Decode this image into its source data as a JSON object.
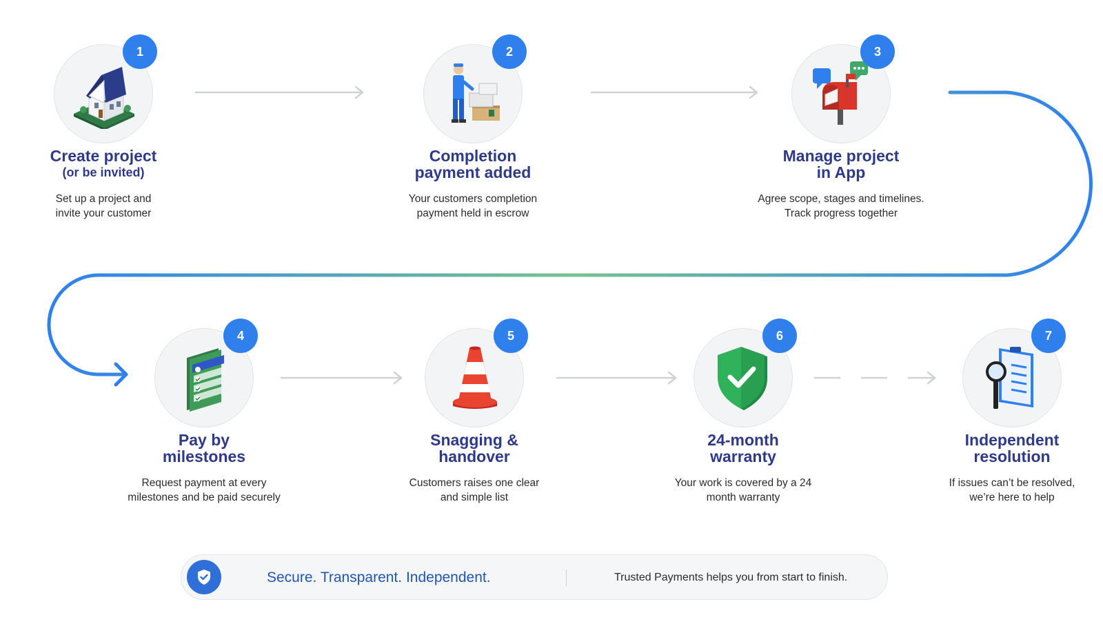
{
  "colors": {
    "badge": "#2f80ed",
    "title": "#2e3a87",
    "path_start": "#2f80ed",
    "path_mid": "#78c28f",
    "arrow_grey": "#d0d3d6"
  },
  "steps": [
    {
      "number": "1",
      "icon": "house-icon",
      "title": [
        "Create project"
      ],
      "subtitle": "(or be invited)",
      "desc": [
        "Set up a project and",
        "invite your customer"
      ]
    },
    {
      "number": "2",
      "icon": "worker-with-boxes-icon",
      "title": [
        "Completion",
        "payment added"
      ],
      "desc": [
        "Your customers completion",
        "payment held in escrow"
      ]
    },
    {
      "number": "3",
      "icon": "mailbox-chat-icon",
      "title": [
        "Manage project",
        "in App"
      ],
      "desc": [
        "Agree scope, stages and timelines.",
        "Track progress together"
      ]
    },
    {
      "number": "4",
      "icon": "checklist-icon",
      "title": [
        "Pay by",
        "milestones"
      ],
      "desc": [
        "Request payment at every",
        "milestones and be paid securely"
      ]
    },
    {
      "number": "5",
      "icon": "traffic-cone-icon",
      "title": [
        "Snagging &",
        "handover"
      ],
      "desc": [
        "Customers raises one clear",
        "and simple list"
      ]
    },
    {
      "number": "6",
      "icon": "shield-check-icon",
      "title": [
        "24-month",
        "warranty"
      ],
      "desc": [
        "Your work is covered by a 24",
        "month warranty"
      ]
    },
    {
      "number": "7",
      "icon": "magnifier-document-icon",
      "title": [
        "Independent",
        "resolution"
      ],
      "desc": [
        "If issues can’t be resolved,",
        "we’re here to help"
      ]
    }
  ],
  "footer": {
    "icon": "shield-check-icon",
    "tagline": "Secure. Transparent. Independent.",
    "note": "Trusted Payments helps you from start to finish."
  }
}
